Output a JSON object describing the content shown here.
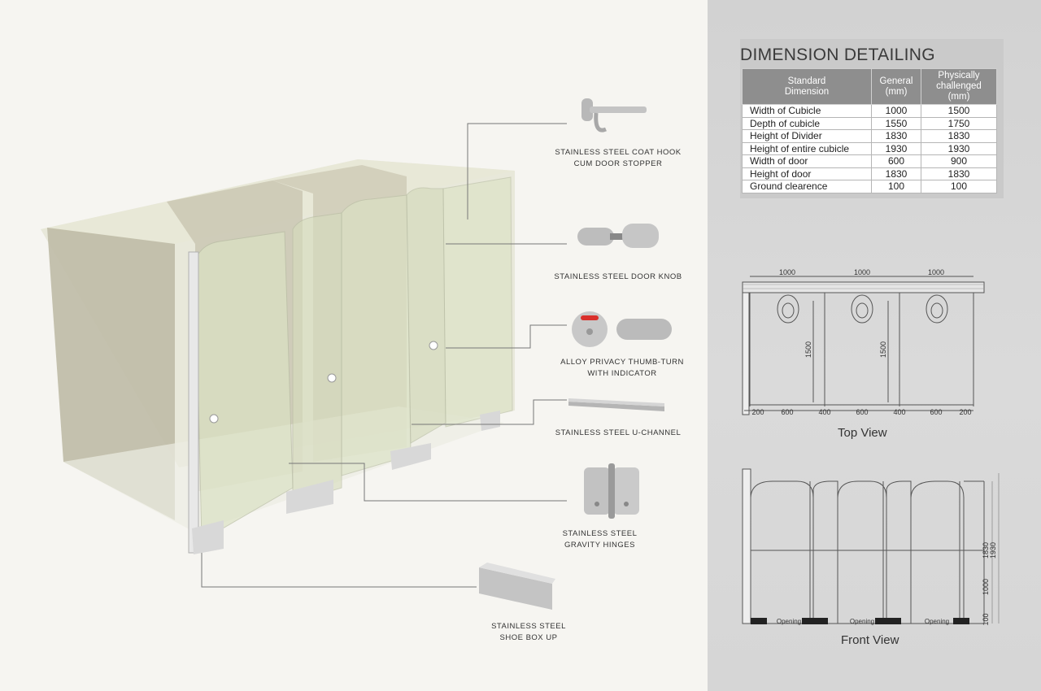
{
  "hardware": {
    "coat_hook": {
      "line1": "STAINLESS STEEL COAT HOOK",
      "line2": "CUM DOOR STOPPER"
    },
    "door_knob": {
      "line1": "STAINLESS STEEL DOOR KNOB"
    },
    "thumb_turn": {
      "line1": "ALLOY PRIVACY THUMB-TURN",
      "line2": "WITH INDICATOR"
    },
    "u_channel": {
      "line1": "STAINLESS STEEL U-CHANNEL"
    },
    "hinges": {
      "line1": "STAINLESS STEEL",
      "line2": "GRAVITY HINGES"
    },
    "shoe_box": {
      "line1": "STAINLESS STEEL",
      "line2": "SHOE BOX UP"
    }
  },
  "dimension": {
    "title": "DIMENSION DETAILING",
    "headers": {
      "col1_line1": "Standard",
      "col1_line2": "Dimension",
      "col2_line1": "General",
      "col2_line2": "(mm)",
      "col3_line1": "Physically",
      "col3_line2": "challenged (mm)"
    },
    "rows": [
      {
        "label": "Width of Cubicle",
        "general": "1000",
        "pc": "1500"
      },
      {
        "label": "Depth of cubicle",
        "general": "1550",
        "pc": "1750"
      },
      {
        "label": "Height of Divider",
        "general": "1830",
        "pc": "1830"
      },
      {
        "label": "Height of entire cubicle",
        "general": "1930",
        "pc": "1930"
      },
      {
        "label": "Width of door",
        "general": "600",
        "pc": "900"
      },
      {
        "label": "Height of door",
        "general": "1830",
        "pc": "1830"
      },
      {
        "label": "Ground clearence",
        "general": "100",
        "pc": "100"
      }
    ]
  },
  "top_view": {
    "caption": "Top View",
    "widths": [
      "1000",
      "1000",
      "1000"
    ],
    "depths": [
      "1500",
      "1500"
    ],
    "bottom": [
      "200",
      "600",
      "400",
      "600",
      "400",
      "600",
      "200"
    ]
  },
  "front_view": {
    "caption": "Front View",
    "openings": [
      "Opening",
      "Opening",
      "Opening"
    ],
    "heights": [
      "1830",
      "1930",
      "1000",
      "100"
    ]
  },
  "colors": {
    "panel": "#c9c5ae",
    "glass": "#d8dfc0",
    "right_bg": "#d4d4d4",
    "table_head": "#8e8e8e"
  }
}
